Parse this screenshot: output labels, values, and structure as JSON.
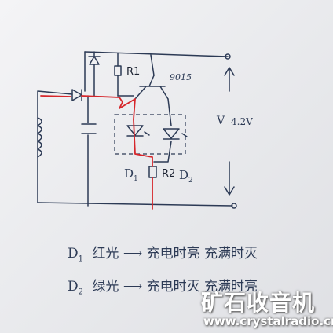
{
  "labels": {
    "r1": "R1",
    "r2": "R2",
    "transistor": "9015",
    "voltage_v": "V",
    "voltage_value": "4.2V",
    "d1": "D",
    "d1_sub": "1",
    "d2": "D",
    "d2_sub": "2"
  },
  "notes": {
    "line1_d": "D",
    "line1_sub": "1",
    "line1_text": "红光 ⟶ 充电时亮  充满时灭",
    "line2_d": "D",
    "line2_sub": "2",
    "line2_text": "绿光 ⟶ 充电时灭  充满时亮"
  },
  "watermark": {
    "title": "矿石收音机",
    "url": "www.crystalradio.cn"
  }
}
